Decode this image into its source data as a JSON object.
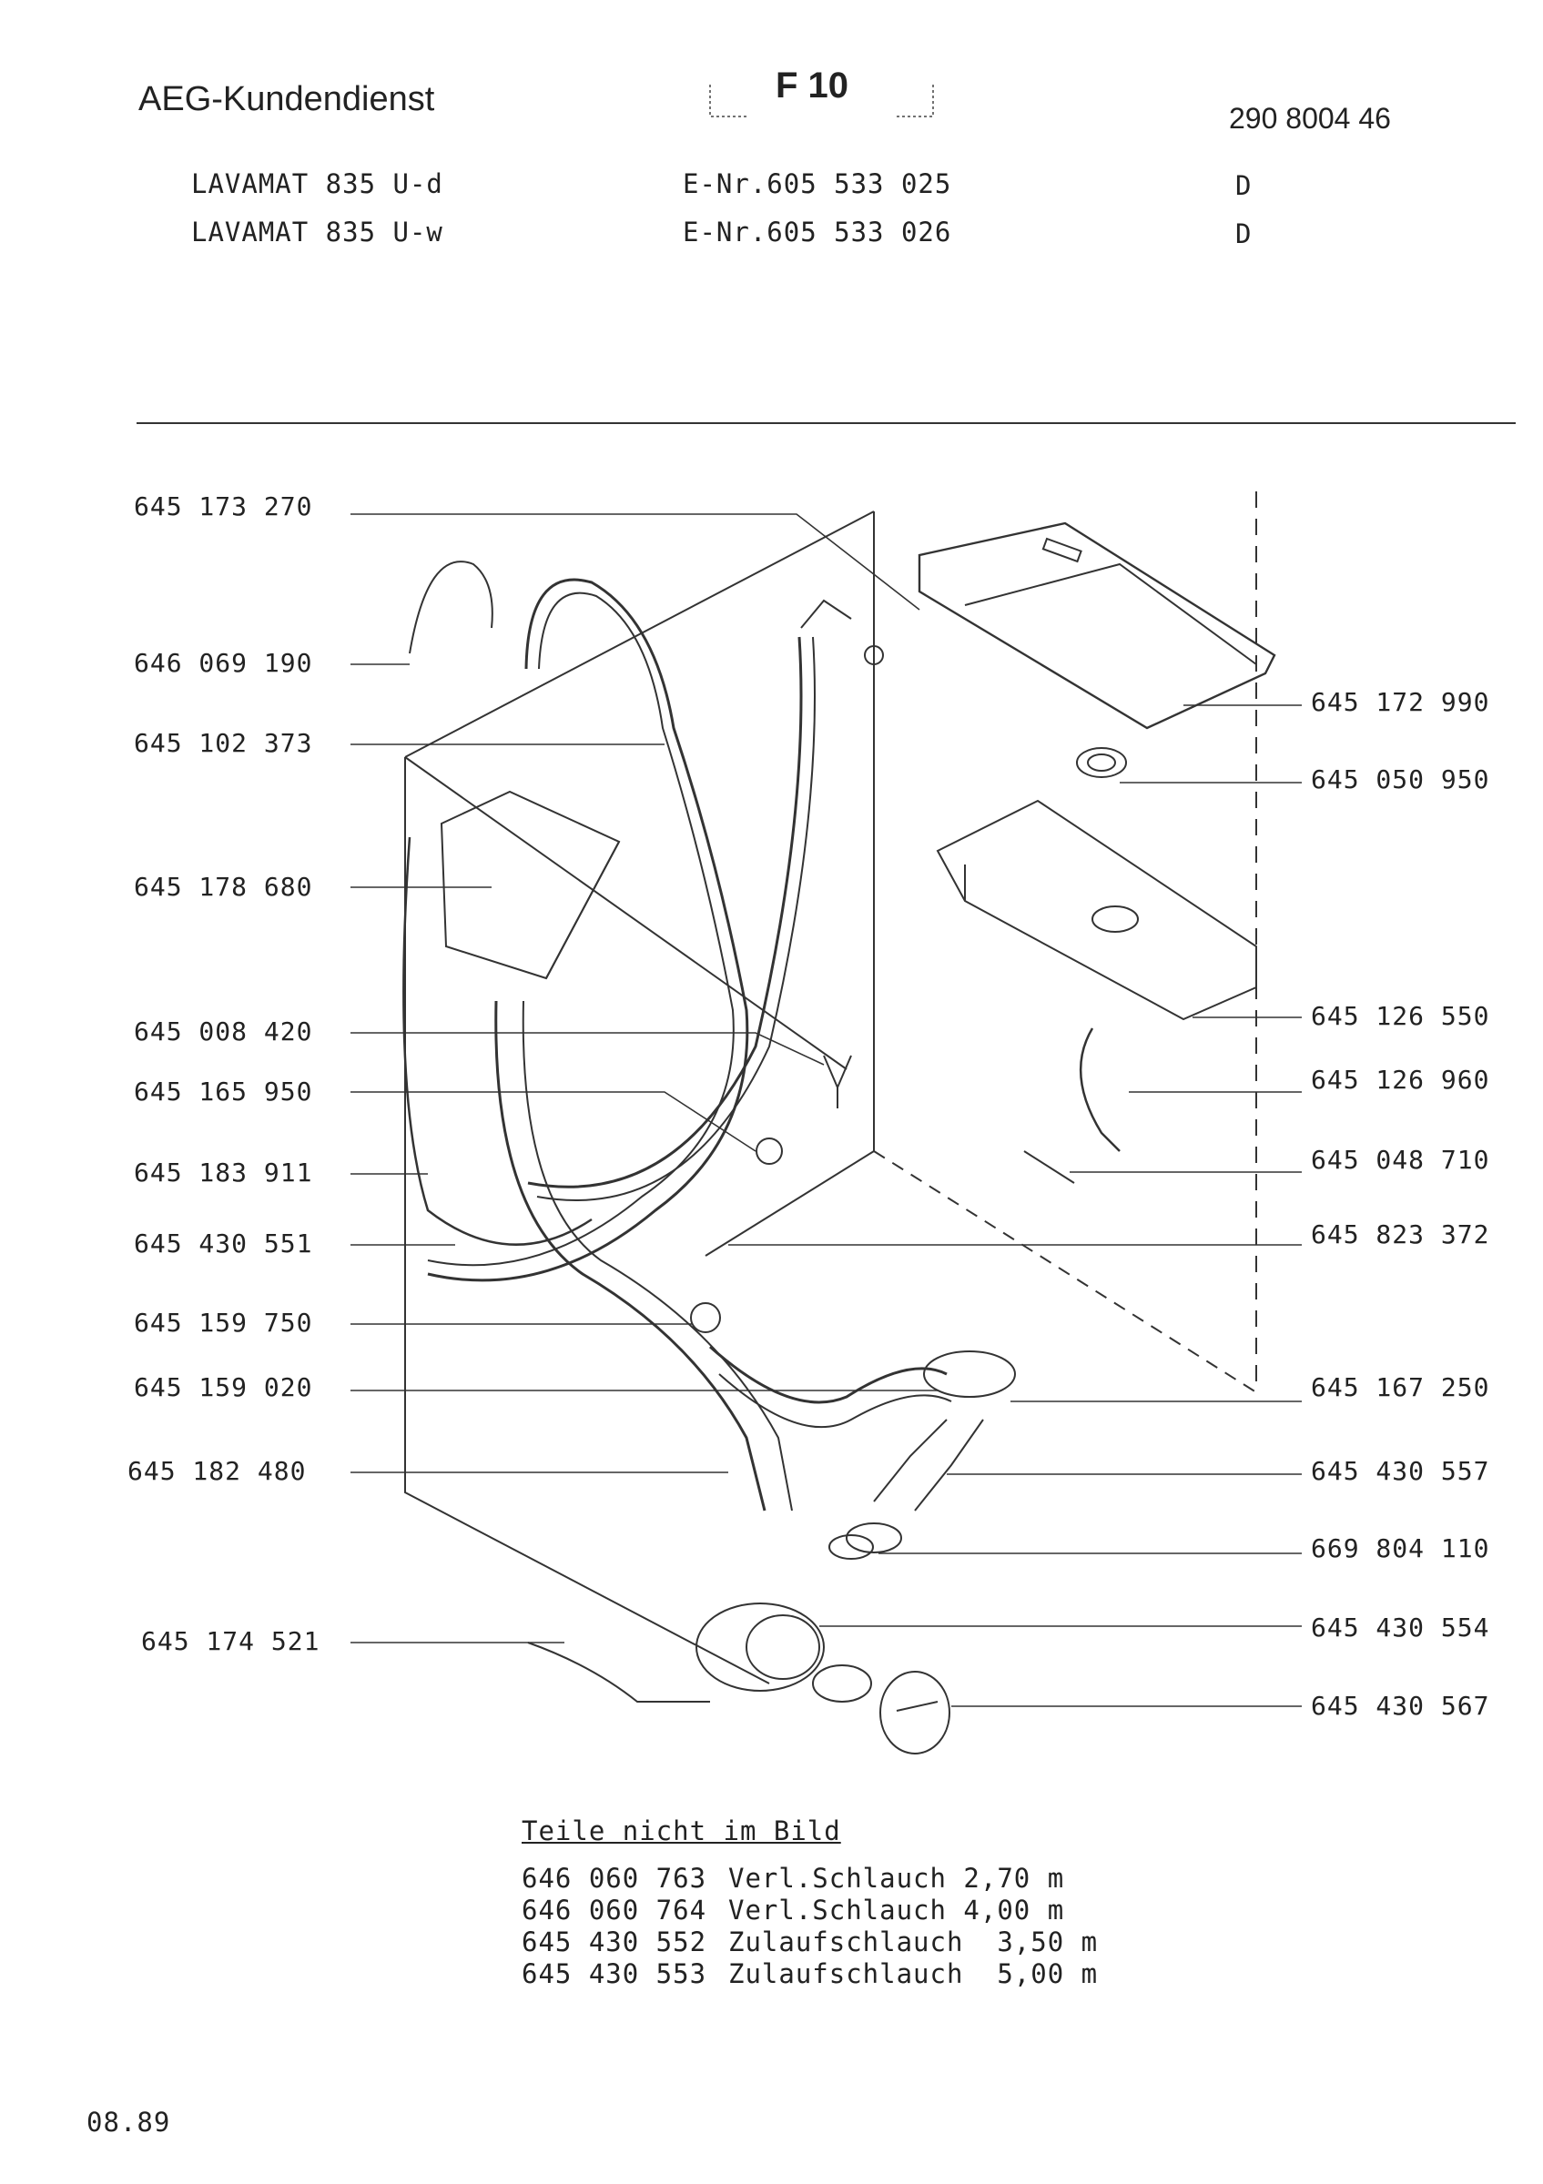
{
  "header": {
    "brand": "AEG-Kundendienst",
    "code": "F 10",
    "doc_number": "290 8004 46",
    "models": [
      {
        "name": "LAVAMAT 835 U-d",
        "enr": "E-Nr.605 533 025",
        "country": "D"
      },
      {
        "name": "LAVAMAT 835 U-w",
        "enr": "E-Nr.605 533 026",
        "country": "D"
      }
    ]
  },
  "parts_left": [
    "645 173 270",
    "646 069 190",
    "645 102 373",
    "645 178 680",
    "645 008 420",
    "645 165 950",
    "645 183 911",
    "645 430 551",
    "645 159 750",
    "645 159 020",
    "645 182 480",
    "645 174 521"
  ],
  "parts_right": [
    "645 172 990",
    "645 050 950",
    "645 126 550",
    "645 126 960",
    "645 048 710",
    "645 823 372",
    "645 167 250",
    "645 430 557",
    "669 804 110",
    "645 430 554",
    "645 430 567"
  ],
  "not_shown": {
    "title": "Teile nicht im Bild",
    "items": [
      {
        "part": "646 060 763",
        "desc": "Verl.Schlauch 2,70 m"
      },
      {
        "part": "646 060 764",
        "desc": "Verl.Schlauch 4,00 m"
      },
      {
        "part": "645 430 552",
        "desc": "Zulaufschlauch  3,50 m"
      },
      {
        "part": "645 430 553",
        "desc": "Zulaufschlauch  5,00 m"
      }
    ]
  },
  "date": "08.89"
}
